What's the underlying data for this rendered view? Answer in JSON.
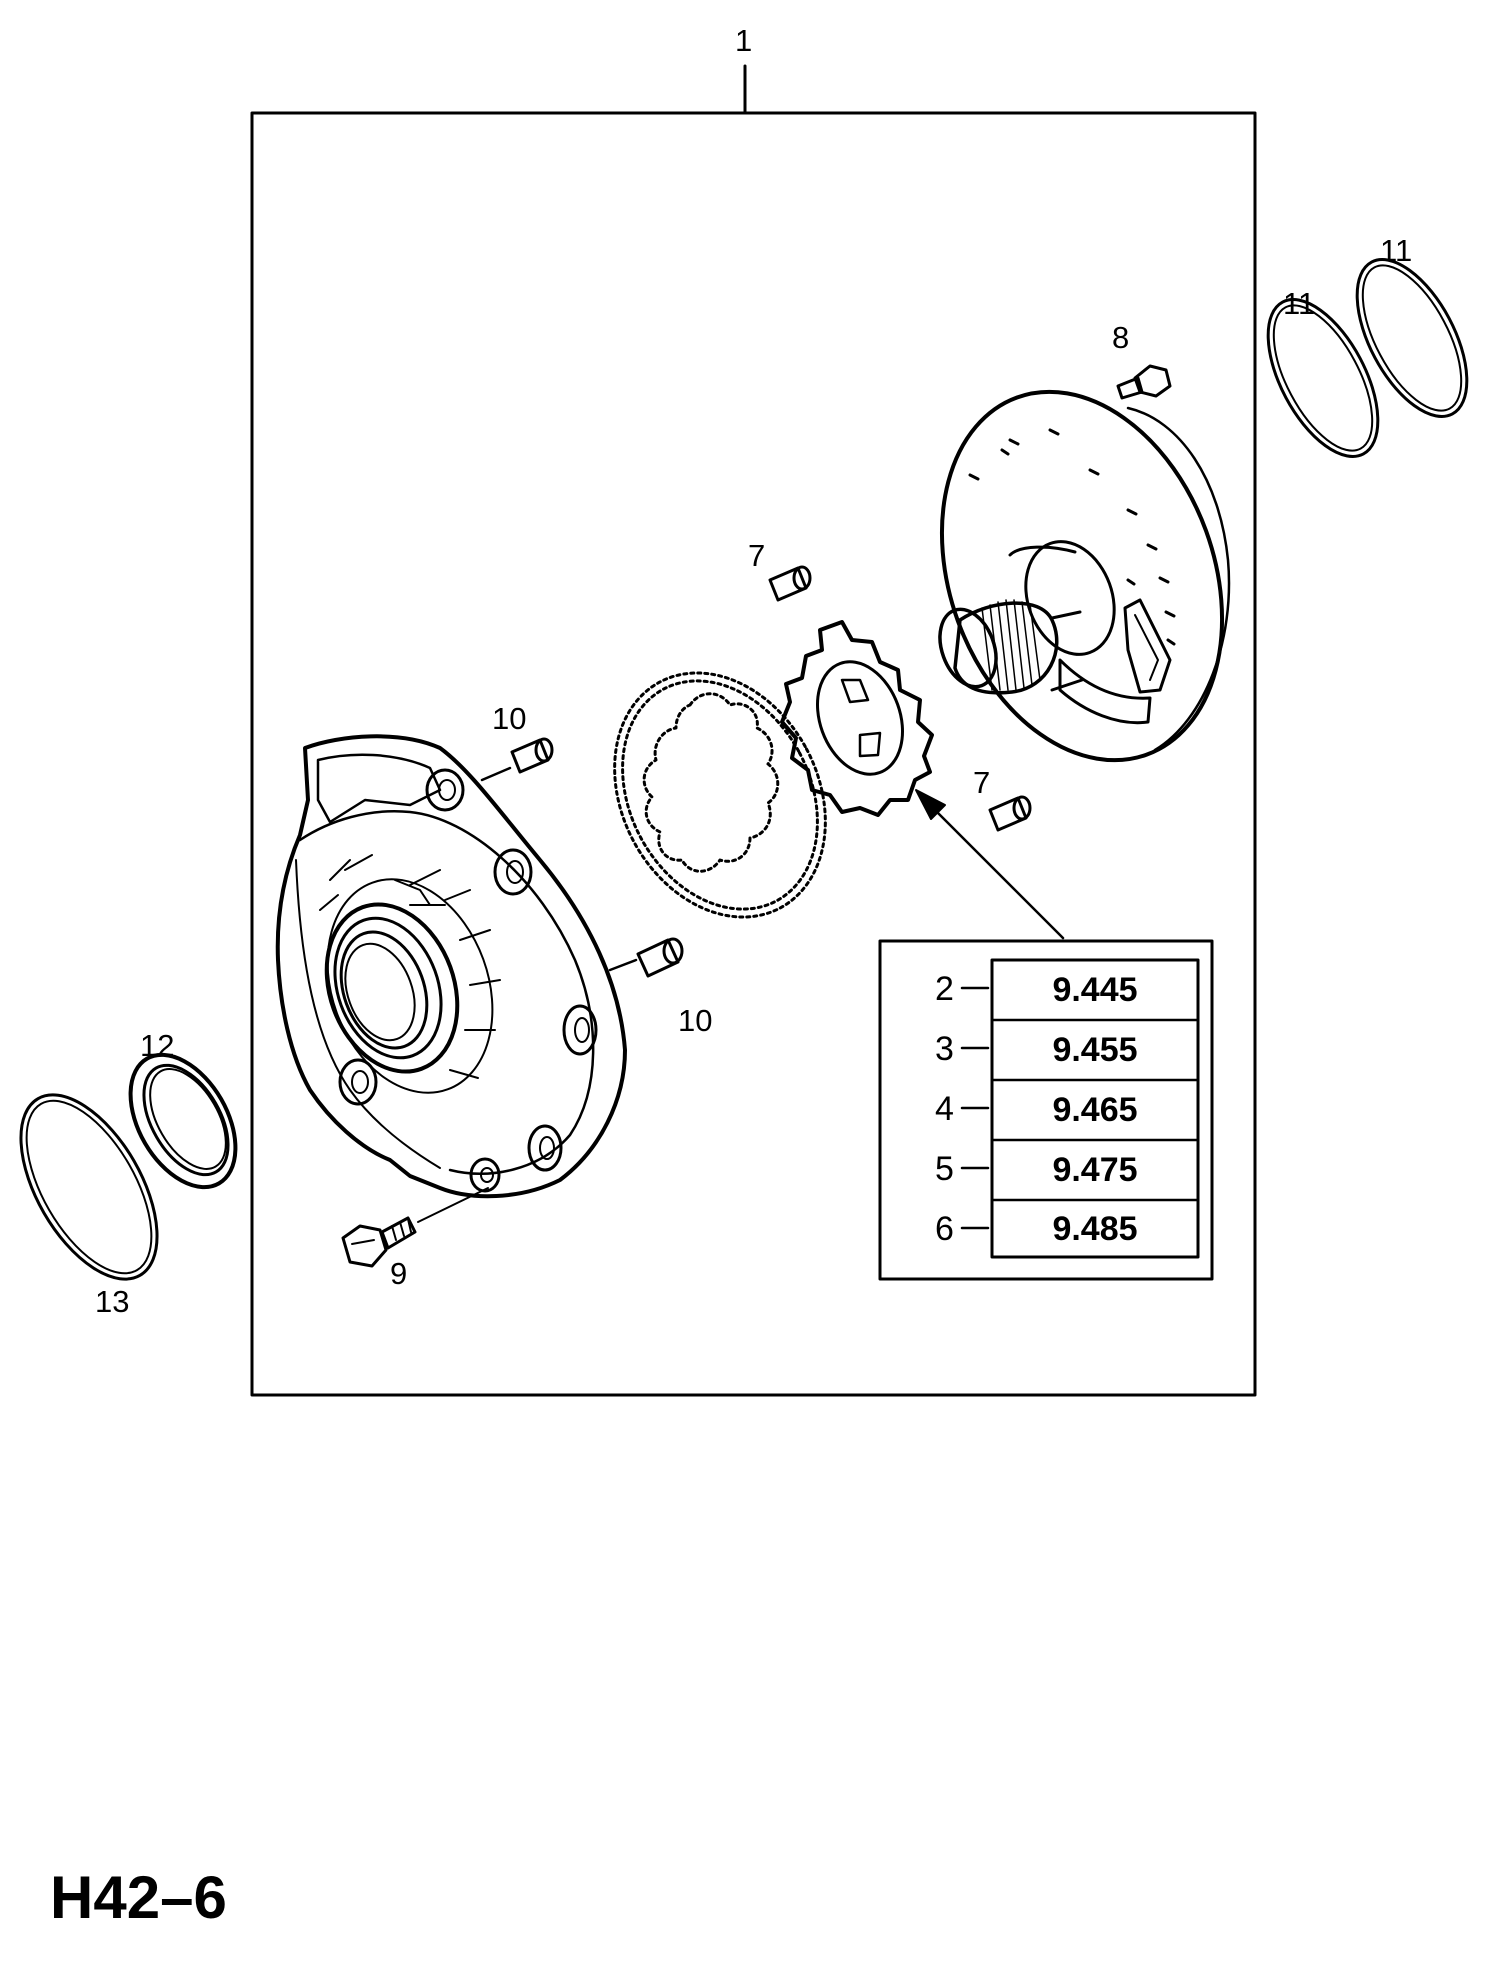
{
  "callouts": {
    "c1": "1",
    "c7a": "7",
    "c7b": "7",
    "c8": "8",
    "c9": "9",
    "c10a": "10",
    "c10b": "10",
    "c11a": "11",
    "c11b": "11",
    "c12": "12",
    "c13": "13"
  },
  "table": {
    "rows": [
      {
        "num": "2",
        "value": "9.445"
      },
      {
        "num": "3",
        "value": "9.455"
      },
      {
        "num": "4",
        "value": "9.465"
      },
      {
        "num": "5",
        "value": "9.475"
      },
      {
        "num": "6",
        "value": "9.485"
      }
    ]
  },
  "page_code": "H42–6"
}
